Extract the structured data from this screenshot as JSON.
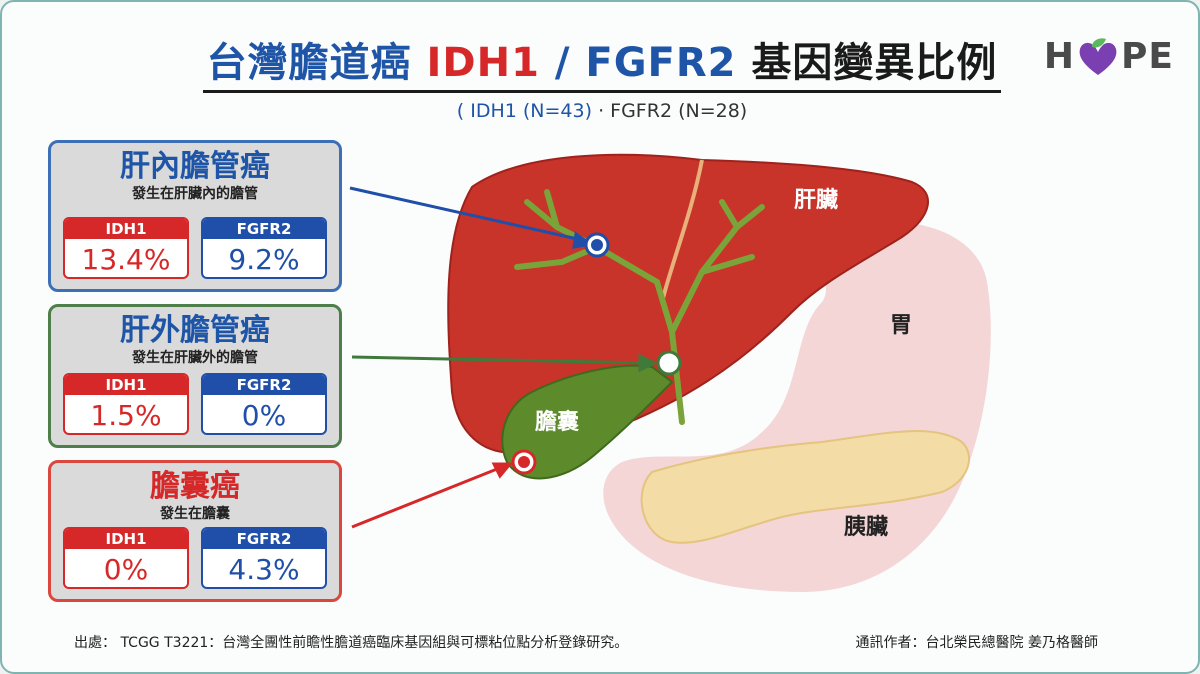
{
  "title": {
    "part1": "台灣膽道癌",
    "part2": "IDH1",
    "part3": "/ FGFR2",
    "part4": "基因變異比例"
  },
  "subtitle": {
    "idh_part": "( IDH1 (N=43)",
    "fgfr_part": "· FGFR2 (N=28)"
  },
  "logo": {
    "left": "H",
    "right": "PE",
    "heart_color": "#7a3fb0",
    "leaf_color": "#5cb85c"
  },
  "cards": [
    {
      "title": "肝內膽管癌",
      "sub": "發生在肝臟內的膽管",
      "idh_label": "IDH1",
      "idh_value": "13.4%",
      "fgfr_label": "FGFR2",
      "fgfr_value": "9.2%",
      "color": "#1f55a6"
    },
    {
      "title": "肝外膽管癌",
      "sub": "發生在肝臟外的膽管",
      "idh_label": "IDH1",
      "idh_value": "1.5%",
      "fgfr_label": "FGFR2",
      "fgfr_value": "0%",
      "color": "#1f55a6"
    },
    {
      "title": "膽囊癌",
      "sub": "發生在膽囊",
      "idh_label": "IDH1",
      "idh_value": "0%",
      "fgfr_label": "FGFR2",
      "fgfr_value": "4.3%",
      "color": "#d62828"
    }
  ],
  "organs": {
    "liver": "肝臟",
    "stomach": "胃",
    "gallbladder": "膽囊",
    "pancreas": "胰臟"
  },
  "footer": {
    "source": "出處： TCGG T3221：台灣全團性前瞻性膽道癌臨床基因組與可標粘位點分析登錄研究。",
    "author": "通訊作者：台北榮民總醫院 姜乃格醫師"
  },
  "colors": {
    "blue": "#1f55a6",
    "red": "#d62828",
    "green_arrow": "#3f7a3a",
    "liver": "#c8332a",
    "gallbladder": "#5d8b2c",
    "stomach": "#f2cfd0",
    "pancreas": "#f3dca6"
  }
}
